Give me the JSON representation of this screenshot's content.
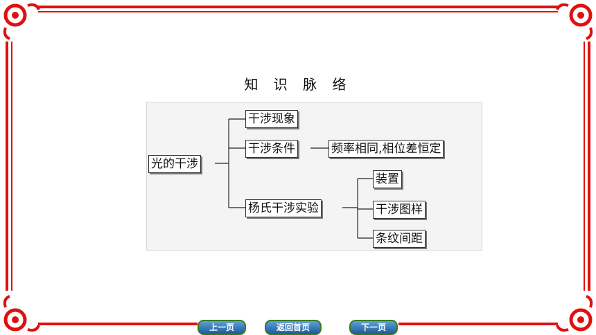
{
  "title": "知 识 脉 络",
  "diagram": {
    "root": "光的干涉",
    "branch1": "干涉现象",
    "branch2": "干涉条件",
    "branch2_leaf": "频率相同,相位差恒定",
    "branch3": "杨氏干涉实验",
    "branch3_leaves": [
      "装置",
      "干涉图样",
      "条纹间距"
    ]
  },
  "nav": {
    "prev": "上一页",
    "home": "返回首页",
    "next": "下一页"
  },
  "colors": {
    "frame": "#e01010",
    "nav_button": "#1b5c9c",
    "nav_border": "#3a7a1e"
  }
}
